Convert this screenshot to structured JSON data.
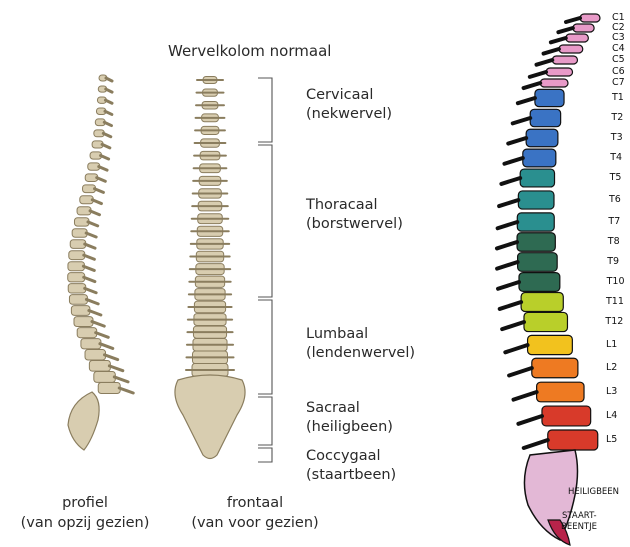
{
  "title": "Wervelkolom normaal",
  "regions": [
    {
      "name": "Cervicaal",
      "sub": "(nekwervel)"
    },
    {
      "name": "Thoracaal",
      "sub": "(borstwervel)"
    },
    {
      "name": "Lumbaal",
      "sub": "(lendenwervel)"
    },
    {
      "name": "Sacraal",
      "sub": "(heiligbeen)"
    },
    {
      "name": "Coccygaal",
      "sub": "(staartbeen)"
    }
  ],
  "captions": {
    "profile": {
      "line1": "profiel",
      "line2": "(van opzij gezien)"
    },
    "front": {
      "line1": "frontaal",
      "line2": "(van voor gezien)"
    }
  },
  "vertebra_labels": [
    "C1",
    "C2",
    "C3",
    "C4",
    "C5",
    "C6",
    "C7",
    "T1",
    "T2",
    "T3",
    "T4",
    "T5",
    "T6",
    "T7",
    "T8",
    "T9",
    "T10",
    "T11",
    "T12",
    "L1",
    "L2",
    "L3",
    "L4",
    "L5"
  ],
  "bottom_labels": {
    "sacrum": "HEILIGBEEN",
    "coccyx_line1": "STAART-",
    "coccyx_line2": "BEENTJE"
  },
  "colors": {
    "bone": "#d8cdb0",
    "bone_dark": "#8a7d5e",
    "bracket": "#555555",
    "cervical": "#e89ac8",
    "thoracic_upper": "#3a73c4",
    "thoracic_mid": "#2a8f8f",
    "thoracic_low": "#2e6a52",
    "lumbar_upper": "#b9cf2a",
    "lumbar_mid": "#f2c21e",
    "lumbar_low": "#ee7a22",
    "lumbar_last": "#d83a2a",
    "sacrum": "#e3b8d6",
    "coccyx": "#b8234a"
  }
}
